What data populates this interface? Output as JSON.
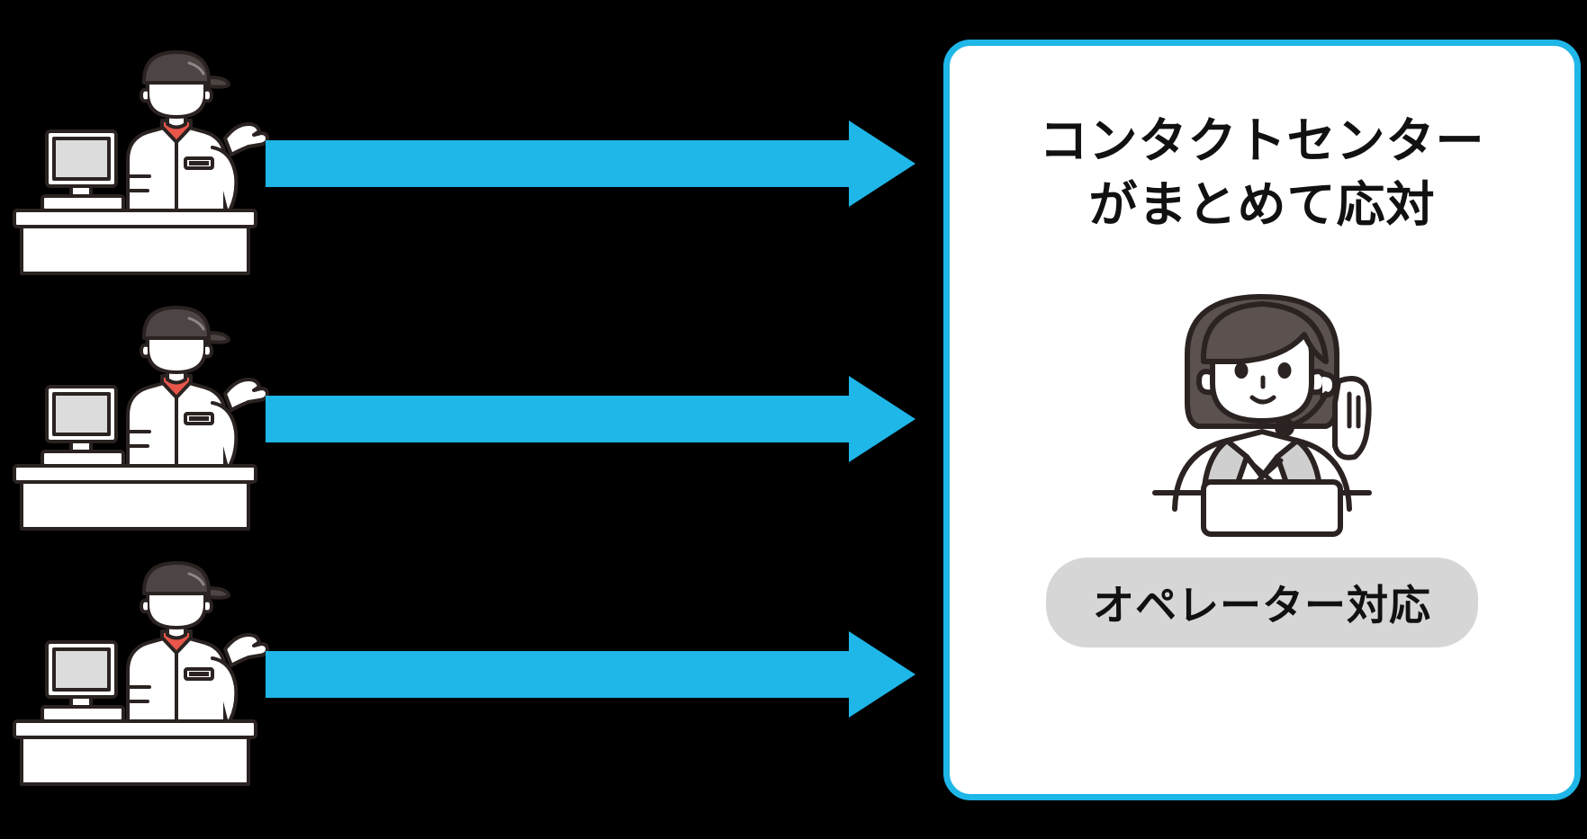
{
  "diagram": {
    "background_color": "#000000",
    "accent_color": "#1FB6E8",
    "title_text_color": "#111111",
    "badge_background": "#d6d6d6"
  },
  "sources": [
    {
      "label": "store-clerk-1",
      "icon": "store-clerk-at-counter-icon"
    },
    {
      "label": "store-clerk-2",
      "icon": "store-clerk-at-counter-icon"
    },
    {
      "label": "store-clerk-3",
      "icon": "store-clerk-at-counter-icon"
    }
  ],
  "arrows": [
    {
      "name": "flow-arrow-1",
      "direction": "right",
      "color": "#1FB6E8"
    },
    {
      "name": "flow-arrow-2",
      "direction": "right",
      "color": "#1FB6E8"
    },
    {
      "name": "flow-arrow-3",
      "direction": "right",
      "color": "#1FB6E8"
    }
  ],
  "card": {
    "title_line1": "コンタクトセンター",
    "title_line2": "がまとめて応対",
    "illustration": "operator-with-headset-icon",
    "badge_label": "オペレーター対応"
  }
}
